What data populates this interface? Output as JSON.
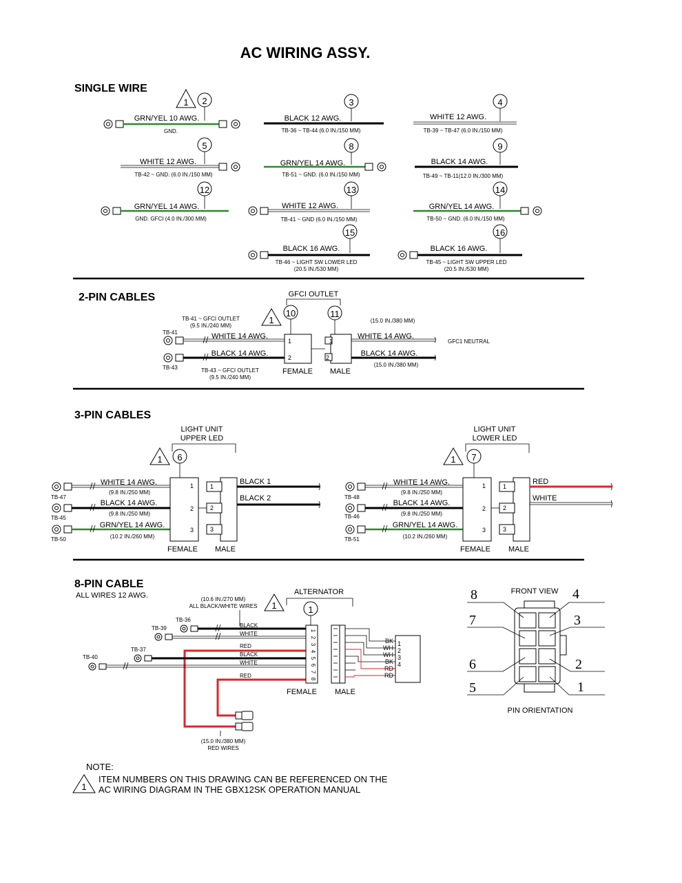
{
  "title": "AC WIRING ASSY.",
  "single_wire": {
    "header": "SINGLE WIRE",
    "items": [
      {
        "num": "2",
        "wire": "GRN/YEL 10 AWG.",
        "spec": "GND.",
        "spec2": ""
      },
      {
        "num": "3",
        "wire": "BLACK 12 AWG.",
        "spec": "TB-36 ~ TB-44 (6.0 IN./150 MM)",
        "spec2": ""
      },
      {
        "num": "4",
        "wire": "WHITE 12 AWG.",
        "spec": "TB-39 ~ TB-47 (6.0 IN./150 MM)",
        "spec2": ""
      },
      {
        "num": "5",
        "wire": "WHITE 12 AWG.",
        "spec": "TB-42 ~ GND. (6.0 IN./150 MM)",
        "spec2": ""
      },
      {
        "num": "8",
        "wire": "GRN/YEL 14 AWG.",
        "spec": "TB-51 ~ GND. (6.0 IN./150 MM)",
        "spec2": ""
      },
      {
        "num": "9",
        "wire": "BLACK 14 AWG.",
        "spec": "TB-49 ~ TB-11(12.0 IN./300 MM)",
        "spec2": ""
      },
      {
        "num": "12",
        "wire": "GRN/YEL 14 AWG.",
        "spec": "GND. GFCI (4.0 IN./300 MM)",
        "spec2": ""
      },
      {
        "num": "13",
        "wire": "WHITE 12 AWG.",
        "spec": "TB-41 ~ GND (6.0 IN./150 MM)",
        "spec2": ""
      },
      {
        "num": "14",
        "wire": "GRN/YEL 14 AWG.",
        "spec": "TB-50 ~ GND. (6.0 IN./150 MM)",
        "spec2": ""
      },
      {
        "num": "15",
        "wire": "BLACK 16 AWG.",
        "spec": "TB-46 ~ LIGHT SW LOWER LED",
        "spec2": "(20.5 IN./530 MM)"
      },
      {
        "num": "16",
        "wire": "BLACK 16 AWG.",
        "spec": "TB-45 ~ LIGHT SW UPPER LED",
        "spec2": "(20.5 IN./530 MM)"
      }
    ]
  },
  "two_pin": {
    "header": "2-PIN CABLES",
    "outlet_label": "GFCI OUTLET",
    "left_top": "TB-41 ~ GFCI OUTLET",
    "left_top2": "(9.5 IN./240 MM)",
    "left_bot": "TB-43 ~ GFCI OUTLET",
    "left_bot2": "(9.5 IN./240 MM)",
    "tb_top": "TB-41",
    "tb_bot": "TB-43",
    "wire_white": "WHITE 14 AWG.",
    "wire_black": "BLACK 14 AWG.",
    "num_female": "10",
    "num_male": "11",
    "female": "FEMALE",
    "male": "MALE",
    "right_top": "(15.0 IN./380 MM)",
    "right_bot": "(15.0 IN./380 MM)",
    "neutral": "GFC1 NEUTRAL",
    "pins": [
      "1",
      "2"
    ]
  },
  "three_pin": {
    "header": "3-PIN CABLES",
    "upper": {
      "label1": "LIGHT UNIT",
      "label2": "UPPER LED",
      "num": "6",
      "tbs": [
        "TB-47",
        "TB-45",
        "TB-50"
      ],
      "wires": [
        "WHITE 14 AWG.",
        "BLACK 14 AWG.",
        "GRN/YEL 14 AWG."
      ],
      "lens": [
        "(9.8 IN./250 MM)",
        "(9.8 IN./250 MM)",
        "(10.2 IN./260 MM)"
      ],
      "out": [
        "BLACK 1",
        "BLACK 2"
      ]
    },
    "lower": {
      "label1": "LIGHT UNIT",
      "label2": "LOWER LED",
      "num": "7",
      "tbs": [
        "TB-48",
        "TB-46",
        "TB-51"
      ],
      "wires": [
        "WHITE 14 AWG.",
        "BLACK 14 AWG.",
        "GRN/YEL 14 AWG."
      ],
      "lens": [
        "(9.8 IN./250 MM)",
        "(9.8 IN./250 MM)",
        "(10.2 IN./260 MM)"
      ],
      "out": [
        "RED",
        "WHITE"
      ]
    },
    "female": "FEMALE",
    "male": "MALE",
    "pins": [
      "1",
      "2",
      "3"
    ]
  },
  "eight_pin": {
    "header": "8-PIN CABLE",
    "sub": "ALL WIRES 12 AWG.",
    "len_top1": "(10.6 IN./270 MM)",
    "len_top2": "ALL BLACK/WHITE WIRES",
    "alternator": "ALTERNATOR",
    "num": "1",
    "tbs": [
      "TB-36",
      "TB-39",
      "TB-37",
      "TB-40"
    ],
    "wire_labels": [
      "BLACK",
      "WHITE",
      "RED",
      "BLACK",
      "WHITE",
      "RED"
    ],
    "female": "FEMALE",
    "male": "MALE",
    "len_bot1": "(15.0 IN./380 MM)",
    "len_bot2": "RED WIRES",
    "pins": [
      "1",
      "2",
      "3",
      "4",
      "5",
      "6",
      "7",
      "8"
    ],
    "plug_codes": [
      "BK",
      "WH",
      "WH",
      "BK",
      "RD",
      "RD"
    ],
    "plug_pins": [
      "1",
      "2",
      "3",
      "4"
    ],
    "front_view": "FRONT VIEW",
    "pin_orientation": "PIN ORIENTATION",
    "fv_nums": [
      "8",
      "4",
      "7",
      "3",
      "6",
      "2",
      "5",
      "1"
    ]
  },
  "note": {
    "label": "NOTE:",
    "marker": "1",
    "line1": "ITEM NUMBERS ON THIS DRAWING CAN BE REFERENCED ON THE",
    "line2": "AC WIRING DIAGRAM IN THE GBX12SK OPERATION MANUAL"
  }
}
